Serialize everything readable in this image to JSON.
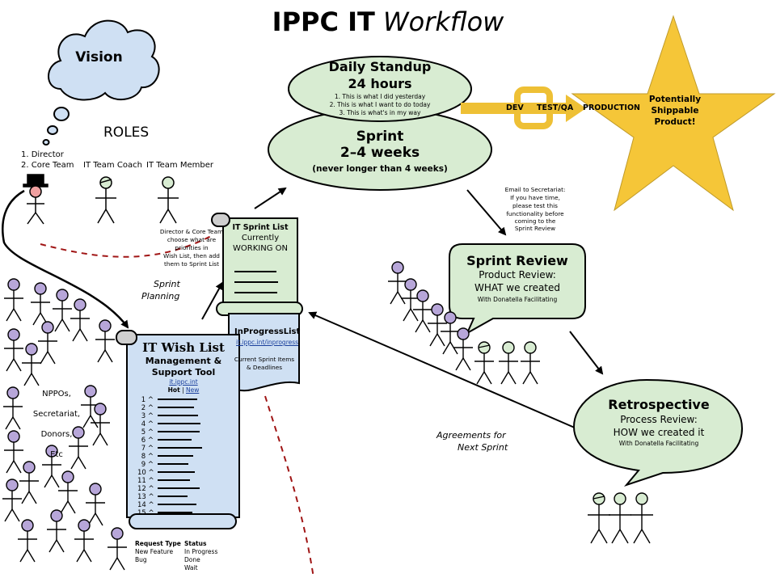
{
  "title": {
    "main": "IPPC IT",
    "italic": "Workflow"
  },
  "vision": {
    "label": "Vision"
  },
  "roles": {
    "heading": "ROLES",
    "director_line1": "1. Director",
    "director_line2": "2. Core Team",
    "coach": "IT Team Coach",
    "member": "IT Team Member"
  },
  "standup": {
    "title": "Daily Standup",
    "subtitle": "24 hours",
    "line1": "1. This is what I did yesterday",
    "line2": "2. This is what I want to do today",
    "line3": "3. This is what's in my way"
  },
  "sprint": {
    "title": "Sprint",
    "subtitle": "2–4 weeks",
    "note": "(never longer than 4 weeks)"
  },
  "pipeline": {
    "dev": "DEV",
    "test": "TEST/QA",
    "production": "PRODUCTION"
  },
  "star": {
    "line1": "Potentially",
    "line2": "Shippable",
    "line3": "Product!"
  },
  "email_note": {
    "line1": "Email to Secretariat:",
    "line2": "If you have time,",
    "line3": "please test this",
    "line4": "functionality before",
    "line5": "coming to the",
    "line6": "Sprint Review"
  },
  "director_note": {
    "line1": "Director & Core Team",
    "line2": "choose what are",
    "line3": "priorities in",
    "line4": "Wish List, then add",
    "line5": "them to Sprint List"
  },
  "sprint_list": {
    "title": "IT Sprint List",
    "line2": "Currently",
    "line3": "WORKING ON"
  },
  "inprogress": {
    "title": "InProgressList",
    "url": "it.ippc.int/inprogress",
    "line1": "Current Sprint Items",
    "line2": "& Deadlines"
  },
  "planning": {
    "line1": "Sprint",
    "line2": "Planning"
  },
  "wishlist": {
    "title": "IT Wish List",
    "sub1": "Management &",
    "sub2": "Support Tool",
    "url": "it.ippc.int",
    "hot": "Hot",
    "sep": "|",
    "new": "New",
    "rows": [
      "1 ^",
      "2 ^",
      "3 ^",
      "4 ^",
      "5 ^",
      "6 ^",
      "7 ^",
      "8 ^",
      "9 ^",
      "10 ^",
      "11 ^",
      "12 ^",
      "13 ^",
      "14 ^",
      "15 ^"
    ],
    "request_type": {
      "heading": "Request Type",
      "v1": "New Feature",
      "v2": "Bug"
    },
    "status": {
      "heading": "Status",
      "v1": "In Progress",
      "v2": "Done",
      "v3": "Wait"
    }
  },
  "stakeholders": {
    "line1": "NPPOs,",
    "line2": "Secretariat,",
    "line3": "Donors,",
    "line4": "Etc"
  },
  "review": {
    "title": "Sprint Review",
    "line1": "Product Review:",
    "line2": "WHAT we created",
    "line3": "With Donatella Facilitating"
  },
  "retro": {
    "title": "Retrospective",
    "line1": "Process Review:",
    "line2": "HOW we created it",
    "line3": "With Donatella Facilitating"
  },
  "agreements": {
    "line1": "Agreements for",
    "line2": "Next Sprint"
  },
  "colors": {
    "green_fill": "#d8ecd2",
    "blue_fill": "#cfe0f3",
    "purple_fill": "#b7a6d9",
    "gold": "#f5c638",
    "arrow_gold": "#eec035",
    "red_dash": "#a01515"
  }
}
